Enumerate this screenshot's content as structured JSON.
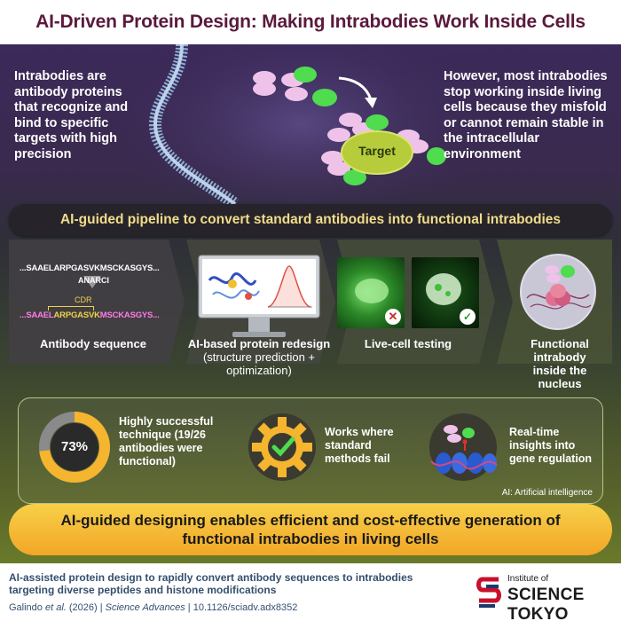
{
  "title": "AI-Driven Protein Design: Making Intrabodies Work Inside Cells",
  "intro": "Intrabodies are antibody proteins that recognize and bind to specific targets with high precision",
  "problem": "However, most intrabodies stop working inside living cells because they misfold or cannot remain stable in the intracellular environment",
  "target_label": "Target",
  "pipeline_banner": "AI-guided pipeline to convert standard antibodies into functional intrabodies",
  "sequence": {
    "top": "...SAAELARPGASVKMSCKASGYS...",
    "tool": "ANARCI",
    "cdr": "CDR",
    "bottom_pre": "...SAAEL",
    "bottom_cdr": "ARPGASVK",
    "bottom_post": "MSCKASGYS..."
  },
  "steps": [
    {
      "title": "Antibody sequence",
      "sub": ""
    },
    {
      "title": "AI-based protein redesign",
      "sub": "(structure prediction + optimization)"
    },
    {
      "title": "Live-cell testing",
      "sub": ""
    },
    {
      "title": "Functional intrabody inside the nucleus",
      "sub": ""
    }
  ],
  "features": [
    {
      "text": "Highly successful technique (19/26 antibodies were functional)",
      "icon": "progress-ring-icon"
    },
    {
      "text": "Works where standard methods fail",
      "icon": "gear-check-icon"
    },
    {
      "text": "Real-time insights into gene regulation",
      "icon": "nucleosome-icon"
    }
  ],
  "success_rate": {
    "label": "73%",
    "value": 0.73
  },
  "footnote": "AI: Artificial intelligence",
  "conclusion": "AI-guided designing enables efficient and cost-effective generation of functional intrabodies in living cells",
  "footer": {
    "title": "AI-assisted protein design to rapidly convert antibody sequences to intrabodies targeting diverse peptides and histone modifications",
    "authors": "Galindo",
    "authors_suffix": " et al.",
    "year": " (2026) | ",
    "journal": "Science Advances",
    "doi": " | 10.1126/sciadv.adx8352",
    "logo_small": "Institute of",
    "logo_big": "SCIENCE TOKYO"
  },
  "colors": {
    "title": "#5a1a3c",
    "banner_text": "#f2dc8a",
    "antibody_pink": "#efc3e9",
    "antibody_green": "#4fdc4f",
    "target": "#b7cc3a",
    "accent_yellow": "#f5b52e",
    "footer_text": "#34506e"
  }
}
